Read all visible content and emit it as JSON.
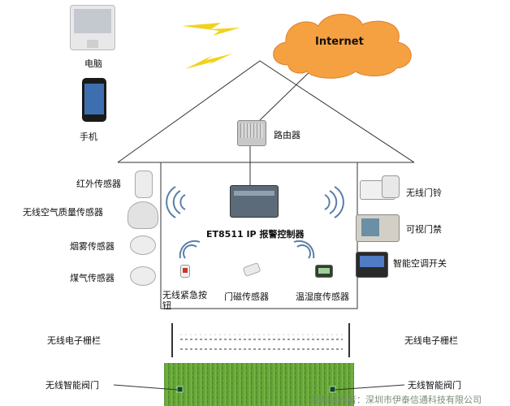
{
  "cloud": {
    "label": "Internet"
  },
  "left_devices": {
    "computer": "电脑",
    "phone": "手机"
  },
  "router": {
    "label": "路由器"
  },
  "controller": {
    "label": "ET8511 IP 报警控制器"
  },
  "left_sensors": [
    {
      "label": "红外传感器"
    },
    {
      "label": "无线空气质量传感器"
    },
    {
      "label": "烟雾传感器"
    },
    {
      "label": "煤气传感器"
    }
  ],
  "right_devices": [
    {
      "label": "无线门铃"
    },
    {
      "label": "可视门禁"
    },
    {
      "label": "智能空调开关"
    }
  ],
  "bottom_devices": [
    {
      "label": "无线紧急按\n钮"
    },
    {
      "label": "门磁传感器"
    },
    {
      "label": "温湿度传感器"
    }
  ],
  "fence": {
    "left_label": "无线电子栅栏",
    "right_label": "无线电子栅栏"
  },
  "valve": {
    "left_label": "无线智能阀门",
    "right_label": "无线智能阀门"
  },
  "watermark": "图片发布者：深圳市伊泰信通科技有限公司",
  "colors": {
    "cloud": "#f5a142",
    "bolt": "#f2d21c",
    "grass": "#5e9a32",
    "wave": "#5a7fa8"
  }
}
